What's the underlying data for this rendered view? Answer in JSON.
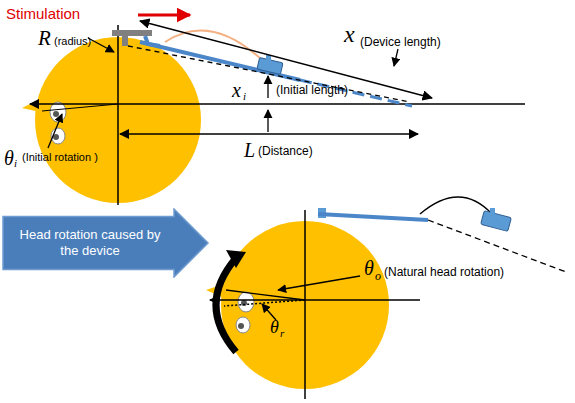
{
  "diagram": {
    "nodes": [
      {
        "text": [
          "Head rotation caused by the device"
        ]
      }
    ],
    "labels": [
      "Stimulation",
      "R",
      "(radius)",
      "x",
      "(Device length)",
      "x",
      "i",
      "(Initial length)",
      "θ",
      "i",
      "(Initial rotation )",
      "L",
      "(Distance)",
      "θ",
      "o",
      "(Natural head rotation)",
      "θ",
      "r"
    ]
  }
}
